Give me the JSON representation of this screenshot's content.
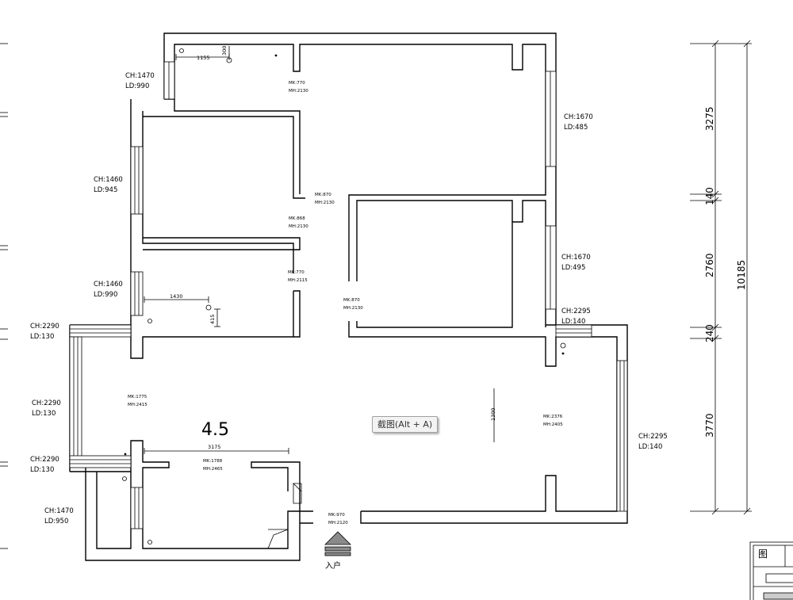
{
  "windows": {
    "w1": {
      "ch": "CH:1470",
      "ld": "LD:990"
    },
    "w2": {
      "ch": "CH:1460",
      "ld": "LD:945"
    },
    "w3": {
      "ch": "CH:1460",
      "ld": "LD:990"
    },
    "w4": {
      "ch": "CH:2290",
      "ld": "LD:130"
    },
    "w5": {
      "ch": "CH:2290",
      "ld": "LD:130"
    },
    "w6": {
      "ch": "CH:2290",
      "ld": "LD:130"
    },
    "w7": {
      "ch": "CH:1470",
      "ld": "LD:950"
    },
    "w8": {
      "ch": "CH:1670",
      "ld": "LD:485"
    },
    "w9": {
      "ch": "CH:1670",
      "ld": "LD:495"
    },
    "w10": {
      "ch": "CH:2295",
      "ld": "LD:140"
    },
    "w11": {
      "ch": "CH:2295",
      "ld": "LD:140"
    }
  },
  "doors": {
    "d1": {
      "mk": "MK:770",
      "mh": "MH:2130"
    },
    "d2": {
      "mk": "MK:870",
      "mh": "MH:2130"
    },
    "d3": {
      "mk": "MK:868",
      "mh": "MH:2130"
    },
    "d4": {
      "mk": "MK:770",
      "mh": "MH:2115"
    },
    "d5": {
      "mk": "MK:870",
      "mh": "MH:2130"
    },
    "d6": {
      "mk": "MK:1775",
      "mh": "MH:2415"
    },
    "d7": {
      "mk": "MK:1788",
      "mh": "MH:2465"
    },
    "d8": {
      "mk": "MK:2376",
      "mh": "MH:2405"
    },
    "d9": {
      "mk": "MK:970",
      "mh": "MH:2120"
    }
  },
  "dimensions": {
    "d1155": "1155",
    "d300": "300",
    "d1430": "1430",
    "d415": "415",
    "d3175": "3175",
    "d1300": "1300",
    "seg1": "3275",
    "seg2": "140",
    "seg3": "2760",
    "seg4": "240",
    "seg5": "3770",
    "total": "10185"
  },
  "big_number": "4.5",
  "entry_label": "入户",
  "tooltip": "截图(Alt + A)",
  "title_block_char": "图"
}
